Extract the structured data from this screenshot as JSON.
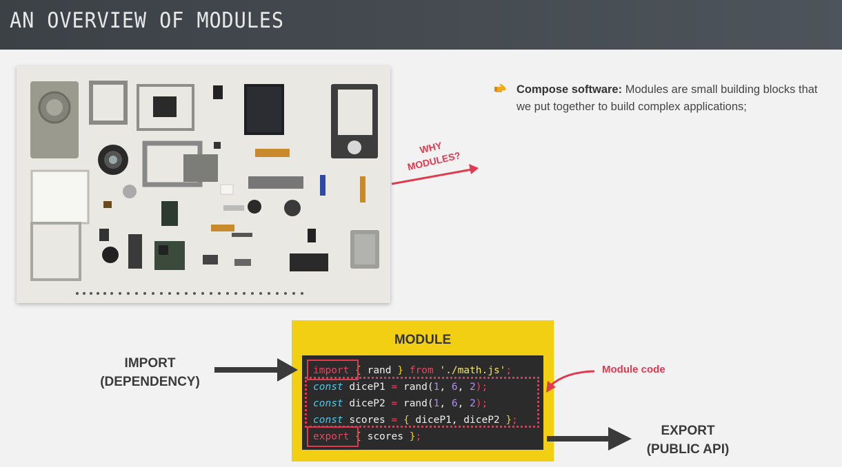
{
  "header": {
    "title": "AN OVERVIEW OF MODULES"
  },
  "bullet": {
    "icon": "pointing-hand-icon",
    "title": "Compose software:",
    "text": " Modules are small building blocks that we put together to build complex applications;"
  },
  "annotation": {
    "why_line1": "WHY",
    "why_line2": "MODULES?"
  },
  "module": {
    "title": "MODULE",
    "code": {
      "l1_kw": "import",
      "l1_a": "{",
      "l1_b": " rand ",
      "l1_c": "}",
      "l1_d": " from ",
      "l1_e": "'./math.js'",
      "l1_f": ";",
      "l2_kw": "const",
      "l2_a": " diceP1 ",
      "l2_b": "=",
      "l2_c": " rand(",
      "l2_n1": "1",
      "l2_s1": ", ",
      "l2_n2": "6",
      "l2_s2": ", ",
      "l2_n3": "2",
      "l2_d": ");",
      "l3_kw": "const",
      "l3_a": " diceP2 ",
      "l3_b": "=",
      "l3_c": " rand(",
      "l3_n1": "1",
      "l3_s1": ", ",
      "l3_n2": "6",
      "l3_s2": ", ",
      "l3_n3": "2",
      "l3_d": ");",
      "l4_kw": "const",
      "l4_a": " scores ",
      "l4_b": "=",
      "l4_c": " ",
      "l4_d": "{",
      "l4_e": " diceP1, diceP2 ",
      "l4_f": "}",
      "l4_g": ";",
      "l5_kw": "export",
      "l5_a": " ",
      "l5_b": "{",
      "l5_c": " scores ",
      "l5_d": "}",
      "l5_e": ";"
    },
    "code_label": "Module code"
  },
  "import_label": {
    "line1": "IMPORT",
    "line2": "(DEPENDENCY)"
  },
  "export_label": {
    "line1": "EXPORT",
    "line2": "(PUBLIC API)"
  },
  "colors": {
    "accent": "#e03a4f",
    "module_bg": "#f2cf12",
    "header_bg": "#454b51",
    "code_bg": "#2b2b2b"
  }
}
